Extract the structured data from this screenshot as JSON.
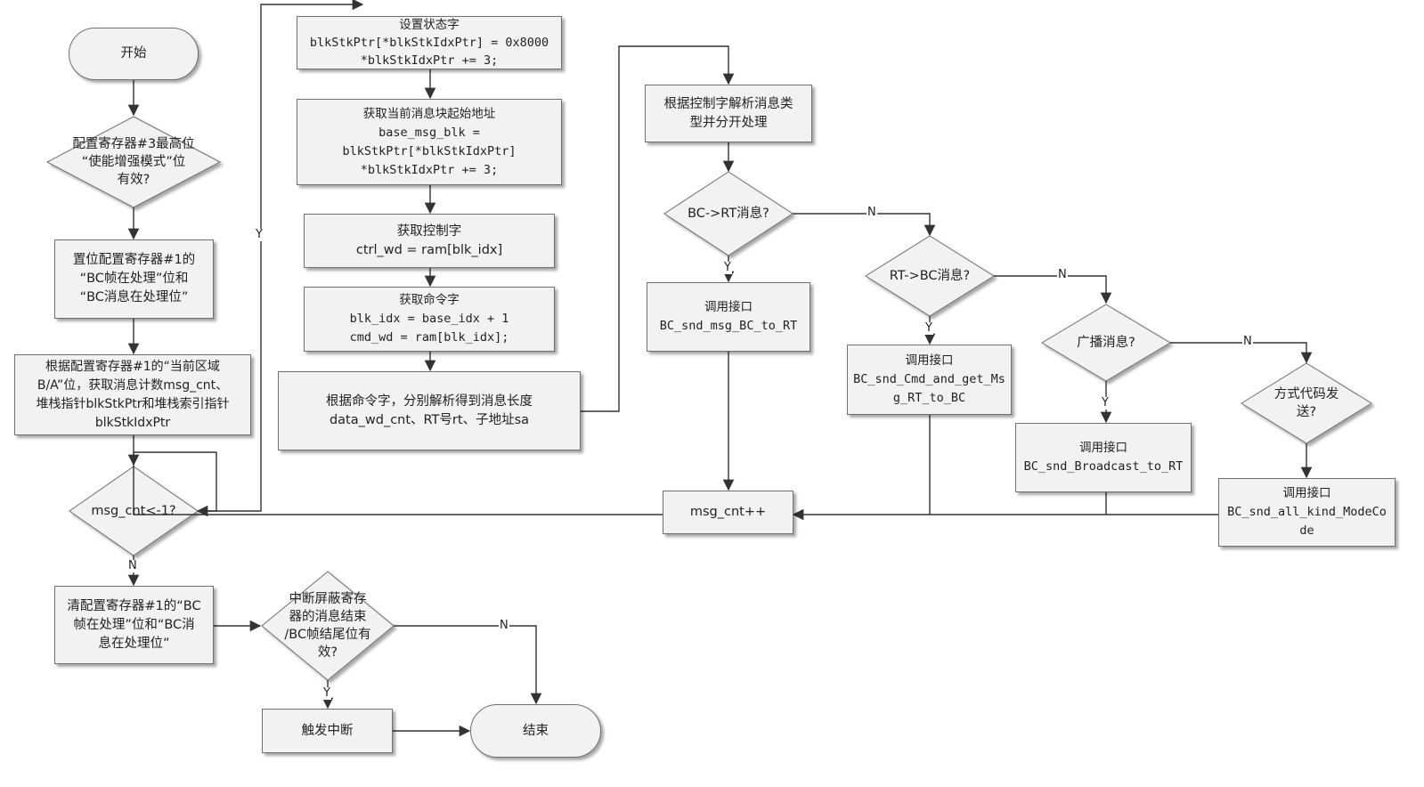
{
  "nodes": {
    "start": "开始",
    "check_enhanced": "配置寄存器#3最高位\n“使能增强模式”位\n有效?",
    "set_bc_flags": "置位配置寄存器#1的\n“BC帧在处理”位和\n“BC消息在处理位”",
    "get_msg_count": "根据配置寄存器#1的“当前区域\nB/A”位，获取消息计数msg_cnt、\n堆栈指针blkStkPtr和堆栈索引指针\nblkStkIdxPtr",
    "check_msg_cnt": "msg_cnt<-1?",
    "clear_bc_flags": "清配置寄存器#1的“BC\n帧在处理”位和“BC消\n息在处理位”",
    "check_interrupt": "中断屏蔽寄存\n器的消息结束\n/BC帧结尾位有\n效?",
    "trigger_interrupt": "触发中断",
    "end": "结束",
    "set_status_word": "设置状态字\nblkStkPtr[*blkStkIdxPtr] = 0x8000\n*blkStkIdxPtr += 3;",
    "get_block_start": "获取当前消息块起始地址\nbase_msg_blk =\nblkStkPtr[*blkStkIdxPtr]\n*blkStkIdxPtr += 3;",
    "get_control_word": "获取控制字\nctrl_wd = ram[blk_idx]",
    "get_command_word": "获取命令字\nblk_idx = base_idx + 1\ncmd_wd = ram[blk_idx];",
    "parse_command_word": "根据命令字，分别解析得到消息长度\ndata_wd_cnt、RT号rt、子地址sa",
    "parse_msg_type": "根据控制字解析消息类\n型并分开处理",
    "check_bc_rt": "BC->RT消息?",
    "check_rt_bc": "RT->BC消息?",
    "check_broadcast": "广播消息?",
    "check_mode_code": "方式代码发\n送?",
    "call_bc_to_rt": "调用接口\nBC_snd_msg_BC_to_RT",
    "call_rt_to_bc": "调用接口\nBC_snd_Cmd_and_get_Ms\ng_RT_to_BC",
    "call_broadcast": "调用接口\nBC_snd_Broadcast_to_RT",
    "call_mode_code": "调用接口\nBC_snd_all_kind_ModeCo\nde",
    "msg_cnt_inc": "msg_cnt++"
  },
  "edge_labels": {
    "yes_loop": "Y",
    "no_end": "N",
    "no_interrupt": "N",
    "yes_interrupt": "Y",
    "yes_bc_rt": "Y",
    "no_bc_rt": "N",
    "yes_rt_bc": "Y",
    "no_rt_bc": "N",
    "yes_broadcast": "Y",
    "no_broadcast": "N"
  },
  "colors": {
    "fill": "#f2f2f2",
    "stroke": "#707070",
    "line": "#333333"
  }
}
